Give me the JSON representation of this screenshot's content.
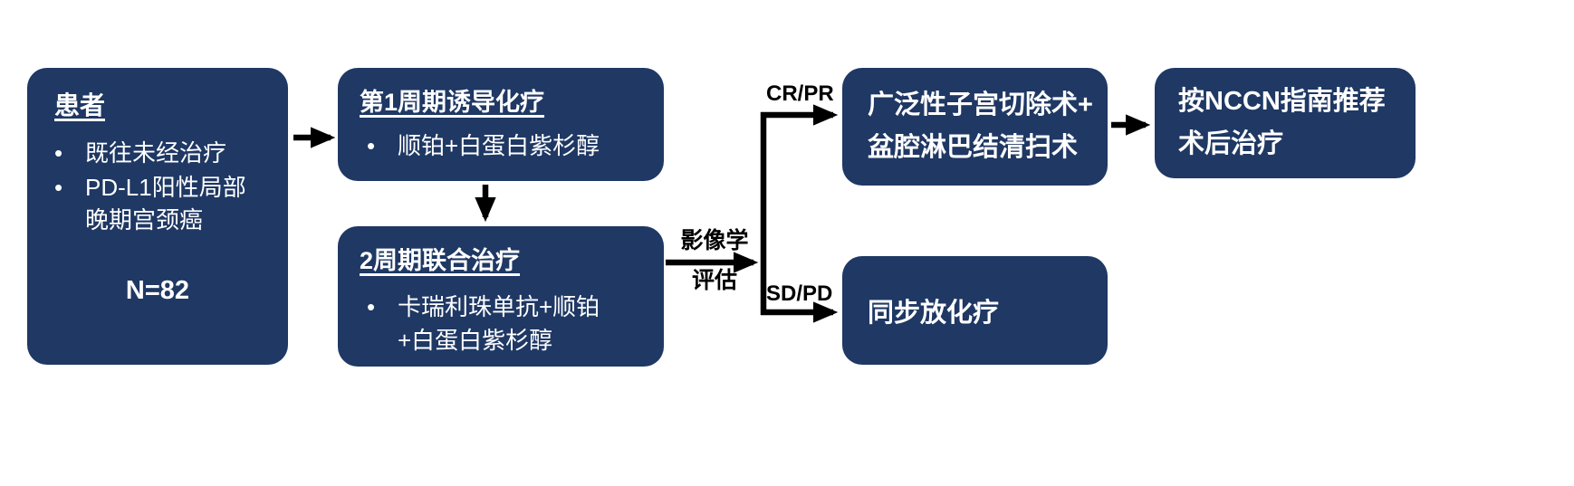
{
  "colors": {
    "box_bg": "#1F3864",
    "box_text": "#FFFFFF",
    "arrow": "#000000",
    "label_text": "#000000",
    "page_bg": "#FFFFFF"
  },
  "boxes": {
    "patients": {
      "title": "患者",
      "bullets": [
        "既往未经治疗",
        "PD-L1阳性局部晚期宫颈癌"
      ],
      "n_label": "N=82"
    },
    "induction": {
      "title": "第1周期诱导化疗",
      "bullets": [
        "顺铂+白蛋白紫杉醇"
      ]
    },
    "combination": {
      "title": "2周期联合治疗",
      "bullets": [
        "卡瑞利珠单抗+顺铂+白蛋白紫杉醇"
      ]
    },
    "surgery": {
      "lines": [
        "广泛性子宫切除术+",
        "盆腔淋巴结清扫术"
      ]
    },
    "nccn": {
      "lines": [
        "按NCCN指南推荐",
        "术后治疗"
      ]
    },
    "crt": {
      "text": "同步放化疗"
    }
  },
  "labels": {
    "imaging": {
      "line1": "影像学",
      "line2": "评估"
    },
    "cr_pr": "CR/PR",
    "sd_pd": "SD/PD"
  },
  "bullet_glyph": "•"
}
